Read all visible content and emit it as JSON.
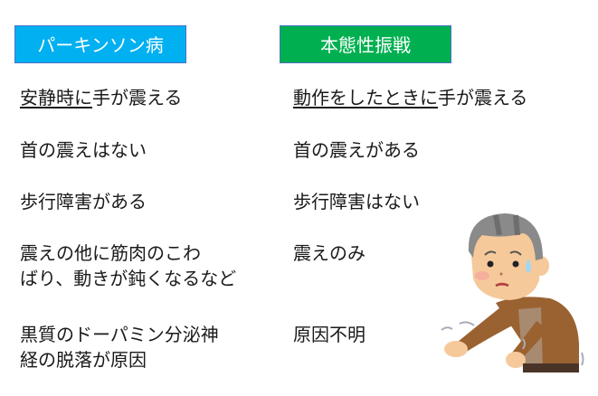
{
  "left": {
    "header": {
      "label": "パーキンソン病",
      "color": "#00B0F0"
    },
    "items": [
      {
        "underlined": "安静時に",
        "rest": "手が震える"
      },
      {
        "text": "首の震えはない"
      },
      {
        "text": "歩行障害がある"
      },
      {
        "line1": "震えの他に筋肉のこわ",
        "line2": "ばり、動きが鈍くなるなど"
      },
      {
        "line1": "黒質のドーパミン分泌神",
        "line2": "経の脱落が原因"
      }
    ]
  },
  "right": {
    "header": {
      "label": "本態性振戦",
      "color": "#00B050"
    },
    "items": [
      {
        "underlined": "動作をしたときに",
        "rest": "手が震える"
      },
      {
        "text": "首の震えがある"
      },
      {
        "text": "歩行障害はない"
      },
      {
        "text": "震えのみ"
      },
      {
        "text": "原因不明"
      }
    ]
  },
  "illustration": {
    "icon": "elderly-man-trembling-hands-icon"
  }
}
